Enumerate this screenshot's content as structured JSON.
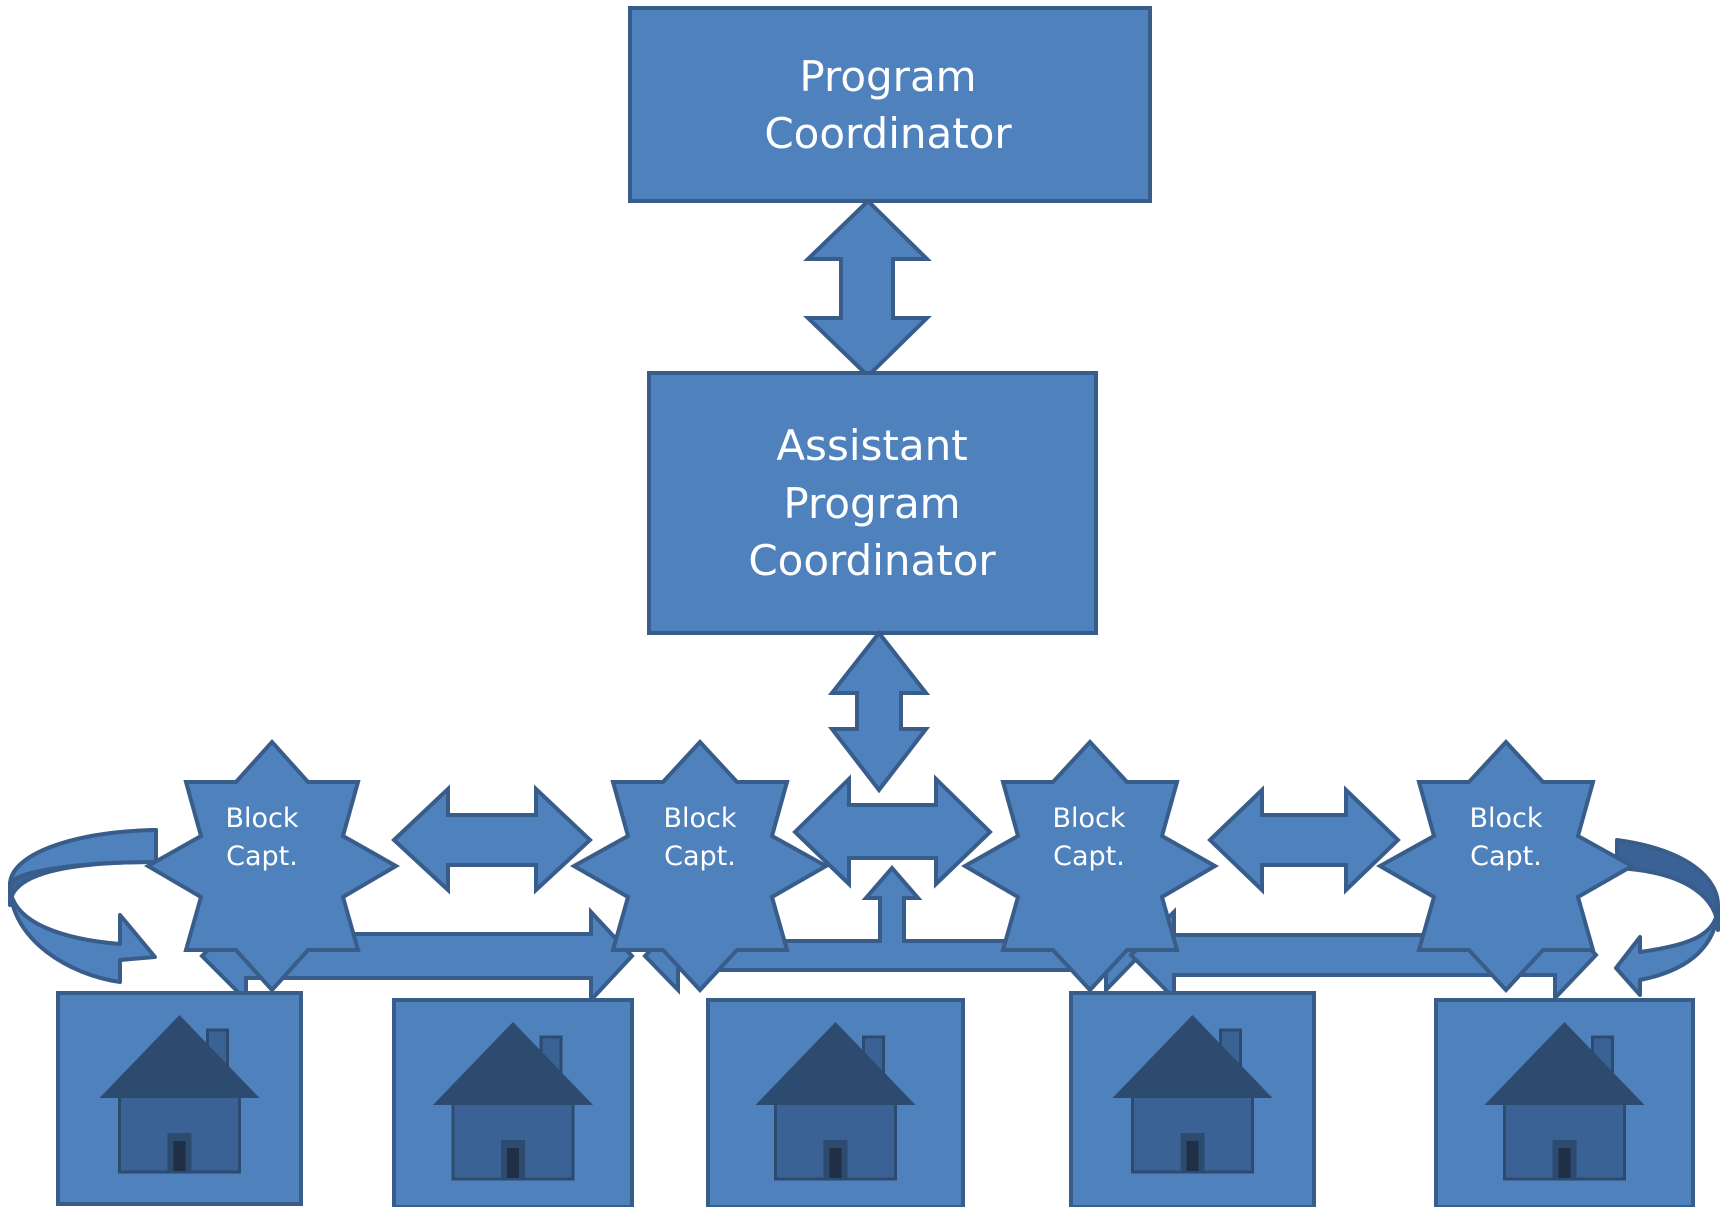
{
  "diagram": {
    "program_coordinator": {
      "line1": "Program",
      "line2": "Coordinator"
    },
    "assistant_program_coordinator": {
      "line1": "Assistant",
      "line2": "Program",
      "line3": "Coordinator"
    },
    "block_captains": [
      {
        "line1": "Block",
        "line2": "Capt."
      },
      {
        "line1": "Block",
        "line2": "Capt."
      },
      {
        "line1": "Block",
        "line2": "Capt."
      },
      {
        "line1": "Block",
        "line2": "Capt."
      }
    ],
    "houses_count_label": "",
    "colors": {
      "fill": "#4f81bd",
      "stroke": "#385d8a",
      "house_roof": "#2d4a6f",
      "house_body": "#3a6295"
    },
    "icons": [
      "house-icon",
      "double-arrow-icon",
      "curved-arrow-icon",
      "star-icon"
    ]
  }
}
